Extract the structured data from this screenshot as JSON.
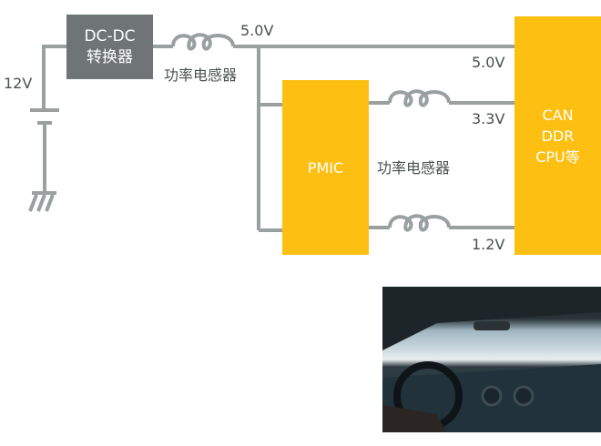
{
  "input_voltage": "12V",
  "dcdc": {
    "line1": "DC-DC",
    "line2": "转换器"
  },
  "inductor_label_1": "功率电感器",
  "inductor_label_2": "功率电感器",
  "rail_top_label": "5.0V",
  "pmic": {
    "label": "PMIC"
  },
  "load": {
    "line1": "CAN",
    "line2": "DDR",
    "line3": "CPU等"
  },
  "rails": [
    "5.0V",
    "3.3V",
    "1.2V"
  ],
  "colors": {
    "wire": "#9aa0a0",
    "dcdc": "#6f7575",
    "chip": "#fdbf12"
  }
}
